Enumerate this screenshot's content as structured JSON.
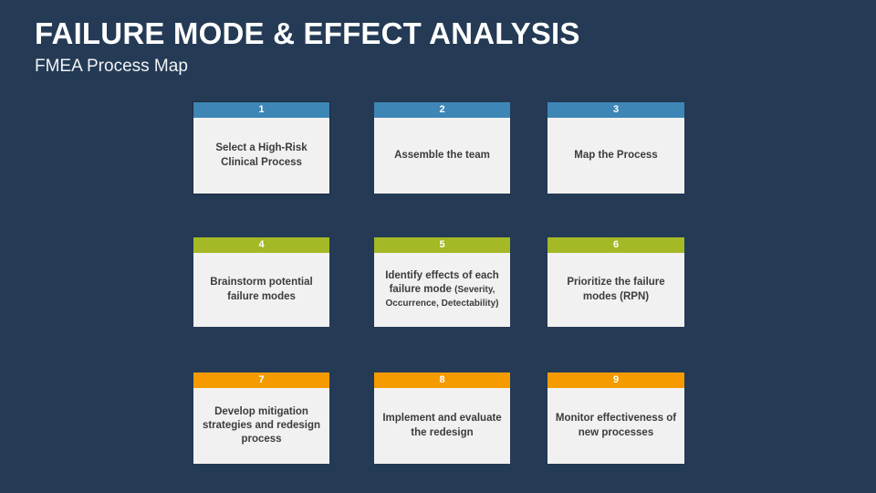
{
  "header": {
    "title": "FAILURE MODE & EFFECT ANALYSIS",
    "subtitle": "FMEA Process Map"
  },
  "colors": {
    "background": "#243a55",
    "stage_blue": "#3e86b5",
    "stage_green": "#a5b825",
    "stage_orange": "#f59b00",
    "box_body": "#f1f1f1",
    "box_text": "#3c3c3c",
    "title_text": "#ffffff"
  },
  "diagram": {
    "type": "process-flow",
    "rows": [
      {
        "name": "row-blue",
        "color": "#3e86b5",
        "nodes": [
          {
            "number": "1",
            "label": "Select a High-Risk Clinical Process",
            "selected": true
          },
          {
            "number": "2",
            "label": "Assemble the team",
            "selected": false
          },
          {
            "number": "3",
            "label": "Map the Process",
            "selected": false
          }
        ]
      },
      {
        "name": "row-green",
        "color": "#a5b825",
        "nodes": [
          {
            "number": "4",
            "label": "Brainstorm potential failure modes",
            "selected": false
          },
          {
            "number": "5",
            "label": "Identify effects of each failure mode ",
            "label_sub": "(Severity, Occurrence, Detectability)",
            "selected": false
          },
          {
            "number": "6",
            "label": "Prioritize the failure modes (RPN)",
            "selected": false
          }
        ]
      },
      {
        "name": "row-orange",
        "color": "#f59b00",
        "nodes": [
          {
            "number": "7",
            "label": "Develop mitigation strategies and redesign process",
            "selected": false
          },
          {
            "number": "8",
            "label": "Implement and evaluate the redesign",
            "selected": false
          },
          {
            "number": "9",
            "label": "Monitor effectiveness of new processes",
            "selected": false
          }
        ]
      }
    ],
    "connectors": [
      {
        "name": "conn-1-to-2",
        "type": "horizontal-arrow",
        "color": "#3e86b5"
      },
      {
        "name": "conn-2-to-3",
        "type": "horizontal-arrow",
        "color": "#3e86b5"
      },
      {
        "name": "conn-3-to-4",
        "type": "elbow-down-left",
        "color": "#3e86b5"
      },
      {
        "name": "conn-4-to-5",
        "type": "horizontal-arrow",
        "color": "#a5b825"
      },
      {
        "name": "conn-5-to-6",
        "type": "horizontal-arrow",
        "color": "#a5b825"
      },
      {
        "name": "conn-6-to-7",
        "type": "elbow-down-left",
        "color": "#a5b825"
      },
      {
        "name": "conn-7-to-8",
        "type": "horizontal-arrow",
        "color": "#f59b00"
      },
      {
        "name": "conn-8-to-9",
        "type": "horizontal-arrow",
        "color": "#f59b00"
      }
    ]
  }
}
